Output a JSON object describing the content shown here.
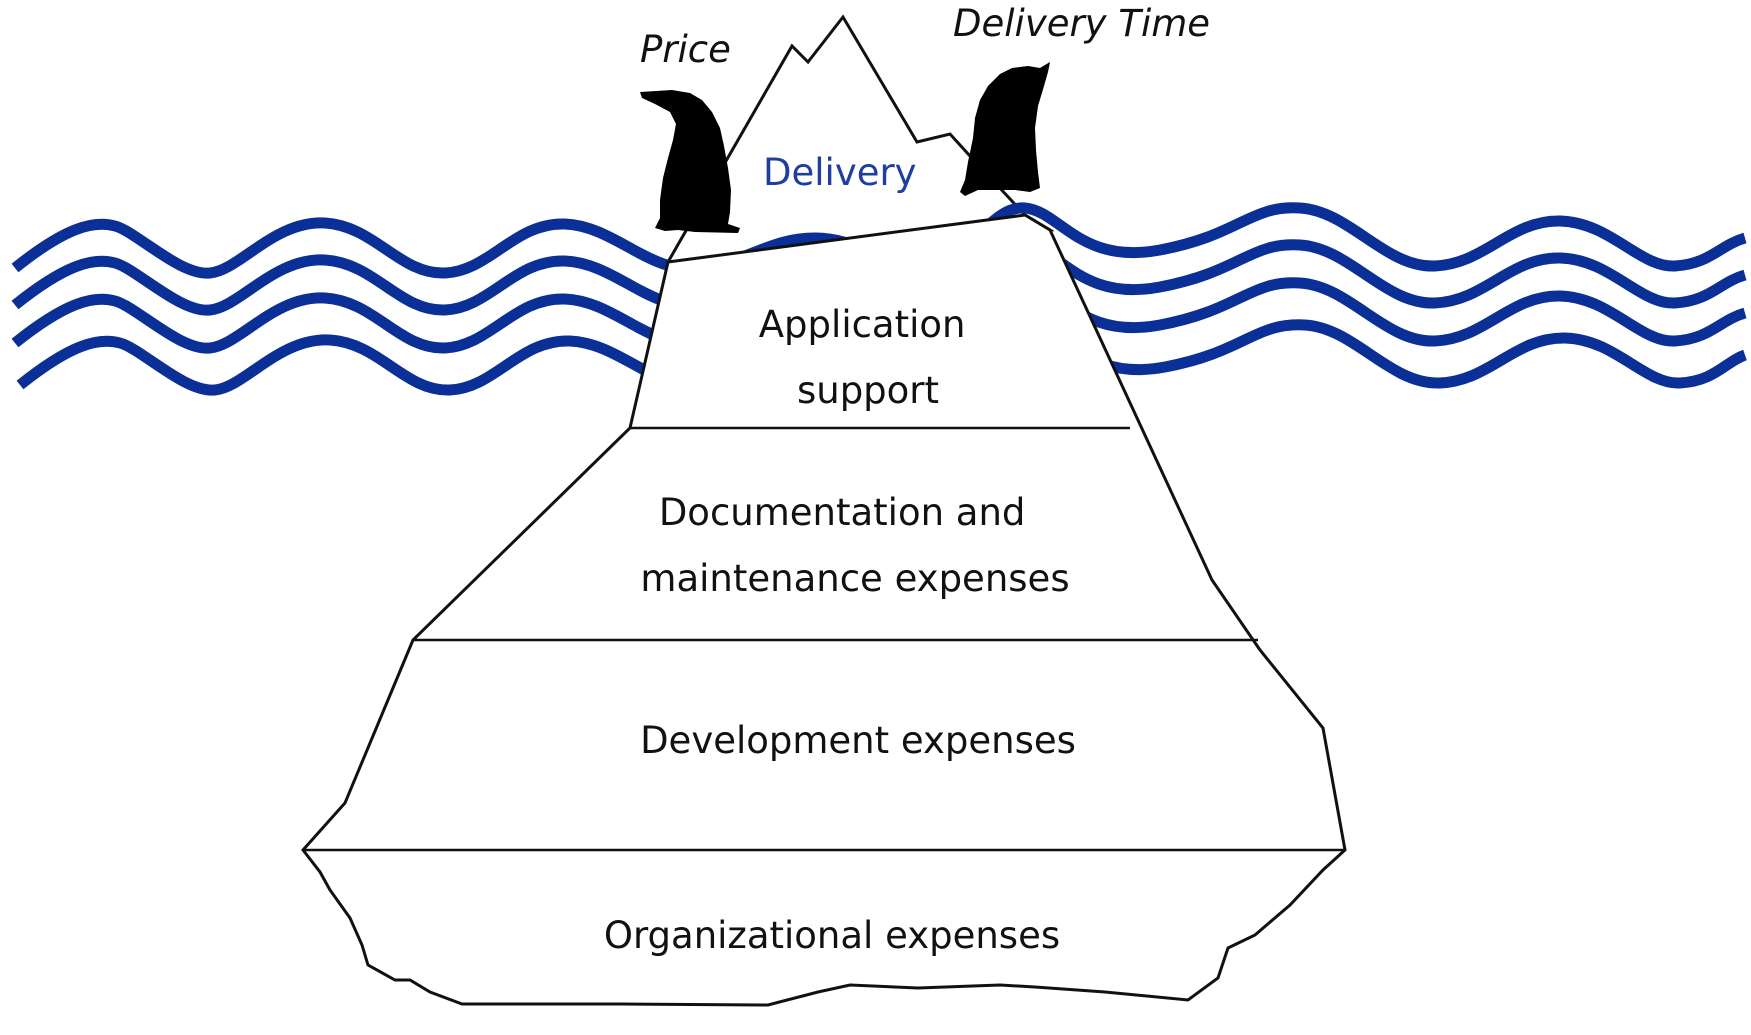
{
  "top_labels": {
    "left": "Price",
    "right": "Delivery Time"
  },
  "tip_label": "Delivery",
  "layers": [
    {
      "lines": [
        "Application",
        "support"
      ]
    },
    {
      "lines": [
        "Documentation and",
        "maintenance expenses"
      ]
    },
    {
      "lines": [
        "Development expenses"
      ]
    },
    {
      "lines": [
        "Organizational expenses"
      ]
    }
  ],
  "colors": {
    "water": "#0a2f96",
    "tip_text": "#1f3f9e",
    "ice_outline": "#111111",
    "penguin": "#000000"
  },
  "icons": {
    "left_penguin": "penguin-icon",
    "right_penguin": "penguin-icon"
  }
}
